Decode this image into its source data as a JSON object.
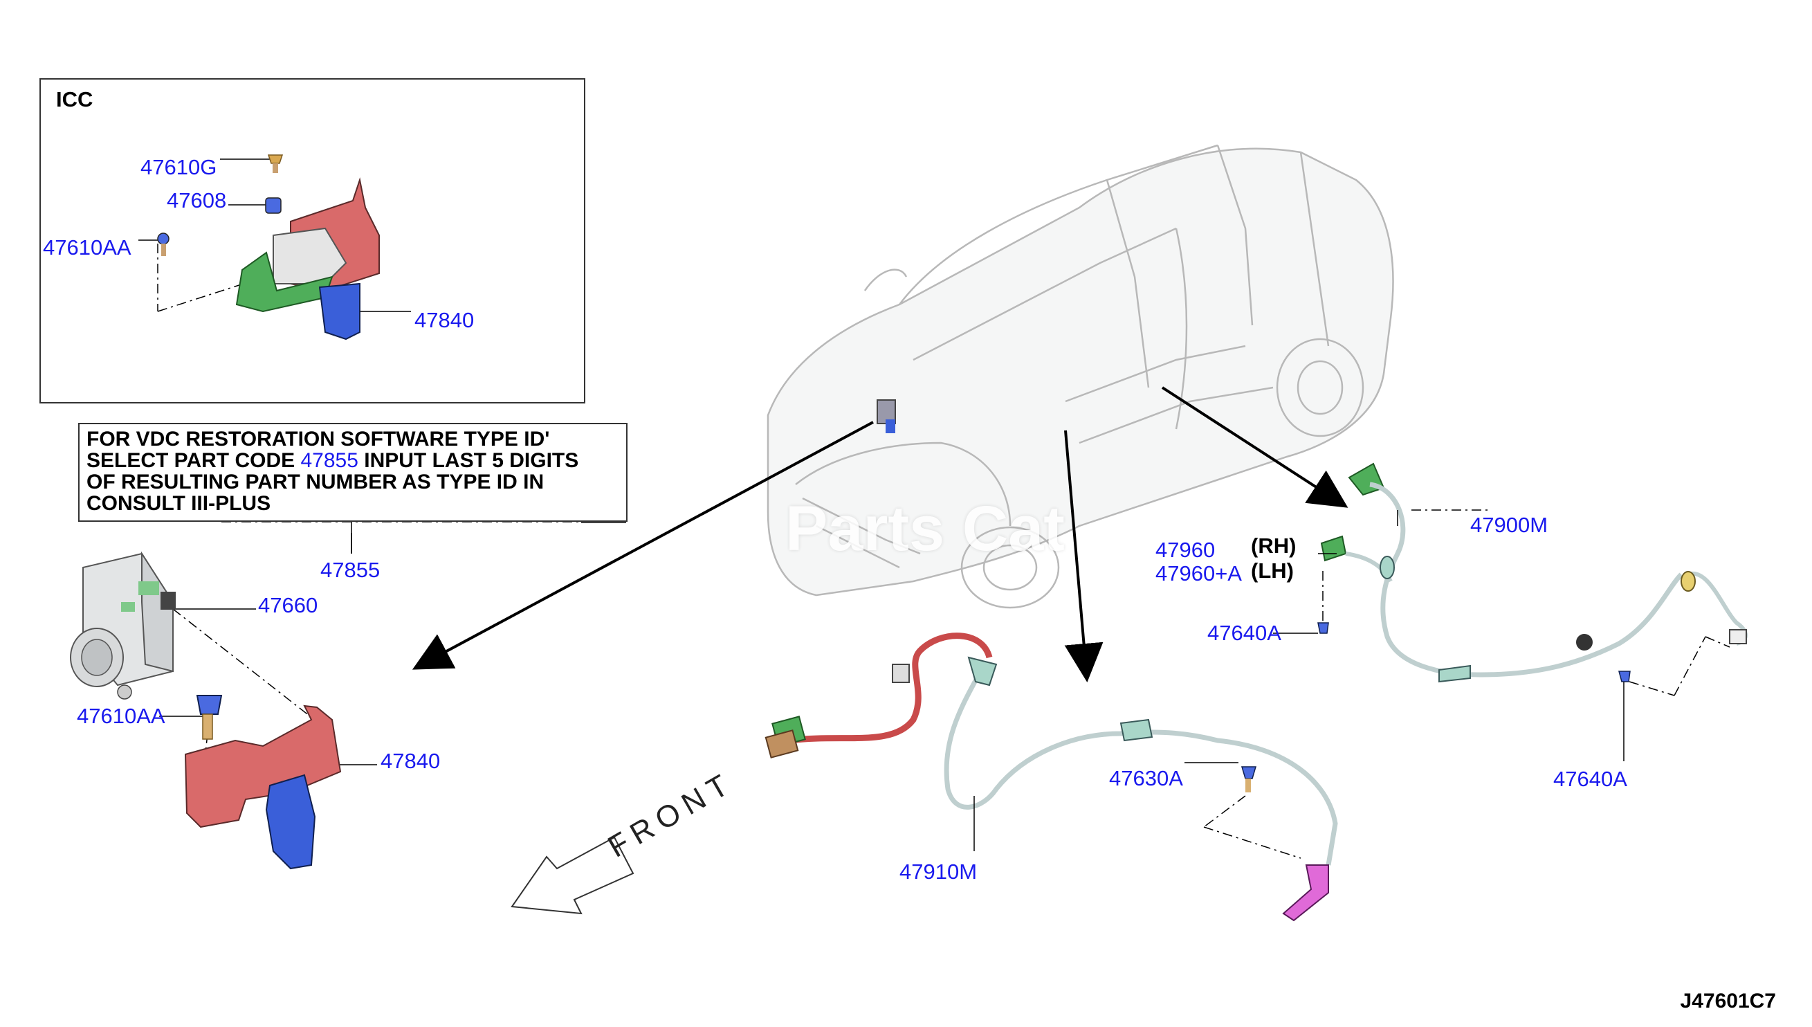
{
  "inset": {
    "title": "ICC",
    "labels": {
      "p47610G": "47610G",
      "p47608": "47608",
      "p47610AA": "47610AA",
      "p47840": "47840"
    }
  },
  "note": {
    "line1": "FOR VDC RESTORATION SOFTWARE TYPE ID'",
    "line2_pre": "SELECT PART CODE ",
    "line2_code": "47855",
    "line2_post": "  INPUT LAST 5 DIGITS",
    "line3": "OF RESULTING PART NUMBER AS TYPE ID IN",
    "line4": "CONSULT III-PLUS"
  },
  "parts": {
    "p47855": "47855",
    "p47660": "47660",
    "p47610AA": "47610AA",
    "p47840": "47840",
    "p47910M": "47910M",
    "p47630A": "47630A",
    "p47900": "47900M",
    "p47960": "47960",
    "p47960A": "47960+A",
    "p47640A_left": "47640A",
    "p47640A_right": "47640A"
  },
  "side": {
    "rh": "(RH)",
    "lh": "(LH)"
  },
  "front_label": "FRONT",
  "watermark": "Parts Cat",
  "diagram_code": "J47601C7",
  "colors": {
    "label_blue": "#1a1aee",
    "bracket_red": "#d96a6a",
    "sensor_blue": "#3a5fd9",
    "green": "#4fae5a",
    "harness_red": "#c94a4a",
    "sensor_pink": "#e06ad8",
    "harness_gray": "#bfcfcf"
  }
}
